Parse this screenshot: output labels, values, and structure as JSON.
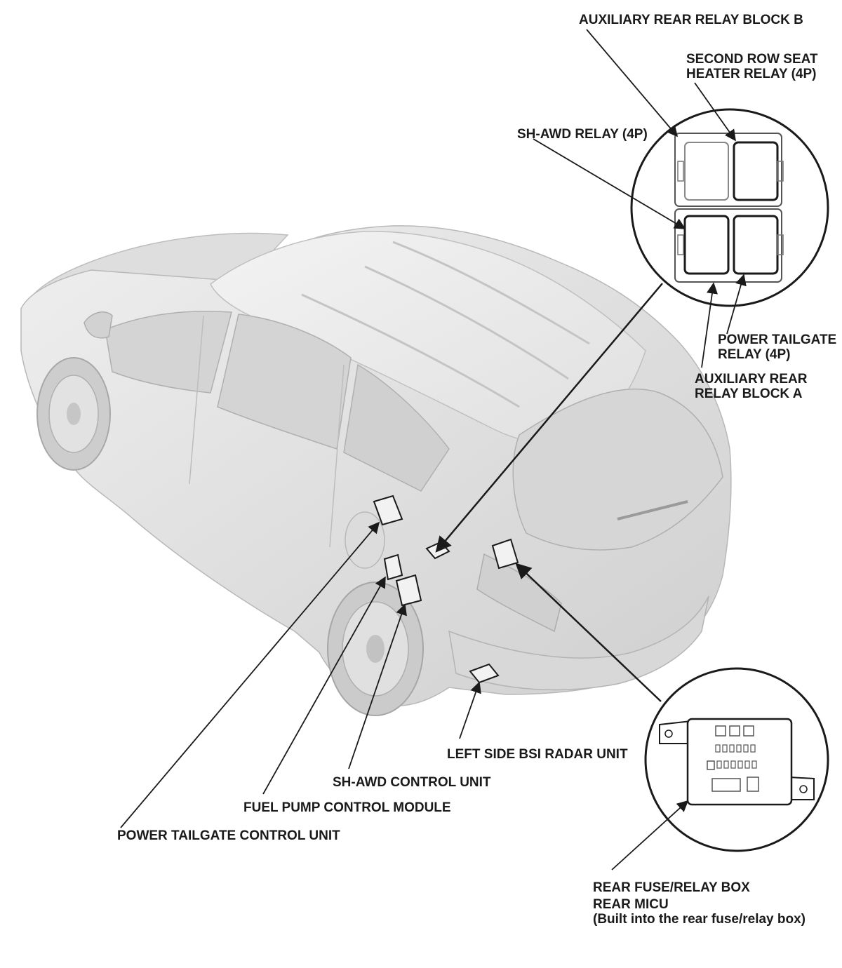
{
  "labels": {
    "aux_rear_relay_block_b": "AUXILIARY REAR RELAY BLOCK B",
    "second_row_seat_heater_relay_line1": "SECOND ROW SEAT",
    "second_row_seat_heater_relay_line2": "HEATER RELAY (4P)",
    "sh_awd_relay": "SH-AWD RELAY (4P)",
    "power_tailgate_relay_line1": "POWER TAILGATE",
    "power_tailgate_relay_line2": "RELAY (4P)",
    "aux_rear_relay_block_a_line1": "AUXILIARY REAR",
    "aux_rear_relay_block_a_line2": "RELAY BLOCK A",
    "left_side_bsi_radar_unit": "LEFT SIDE BSI RADAR UNIT",
    "sh_awd_control_unit": "SH-AWD CONTROL UNIT",
    "fuel_pump_control_module": "FUEL PUMP CONTROL MODULE",
    "power_tailgate_control_unit": "POWER TAILGATE CONTROL UNIT",
    "rear_fuse_relay_box": "REAR FUSE/RELAY BOX",
    "rear_micu_line1": "REAR MICU",
    "rear_micu_line2": "(Built into the rear fuse/relay box)"
  },
  "colors": {
    "line": "#1a1a1a",
    "vehicle_fill": "#e4e4e4",
    "vehicle_stroke": "#b8b8b8",
    "component_fill": "#f2f2f2",
    "background": "#ffffff"
  }
}
